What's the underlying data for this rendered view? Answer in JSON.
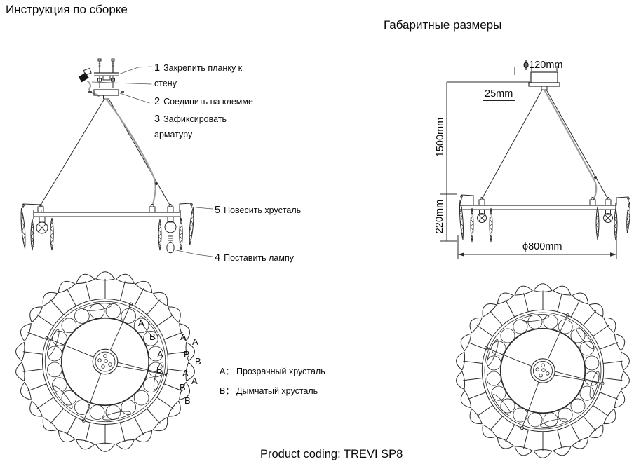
{
  "titles": {
    "assembly": "Инструкция по сборке",
    "dimensions": "Габаритные размеры"
  },
  "steps": {
    "s1": {
      "num": "1",
      "text": "Закрепить планку к",
      "text2": "стену"
    },
    "s2": {
      "num": "2",
      "text": "Соединить на клемме"
    },
    "s3": {
      "num": "3",
      "text": "Зафиксировать",
      "text2": "арматуру"
    },
    "s5": {
      "num": "5",
      "text": "Повесить хрусталь"
    },
    "s4": {
      "num": "4",
      "text": "Поставить лампу"
    }
  },
  "dims": {
    "canopy_diameter": "ϕ120mm",
    "canopy_height": "25mm",
    "drop_height": "1500mm",
    "body_height": "220mm",
    "body_diameter": "ϕ800mm"
  },
  "legend": {
    "a_key": "A：",
    "a_text": "Прозрачный хрусталь",
    "b_key": "B：",
    "b_text": "Дымчатый хрусталь"
  },
  "crystal_labels": [
    "A",
    "B",
    "A",
    "A",
    "A",
    "B",
    "B",
    "B",
    "A",
    "A",
    "B",
    "B"
  ],
  "product_code": "Product coding: TREVI SP8",
  "colors": {
    "line": "#2b2b2b",
    "wire": "#9e9e9e",
    "text": "#0a0a0a"
  }
}
